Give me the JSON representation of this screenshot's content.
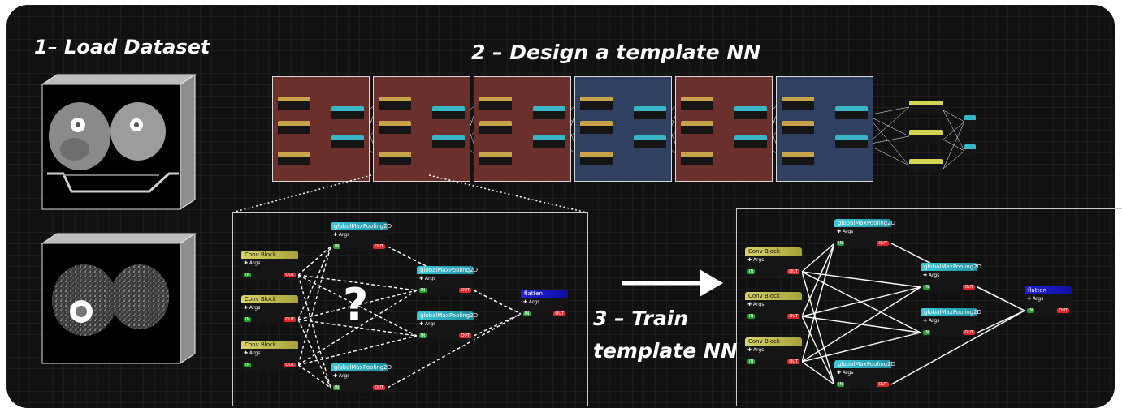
{
  "titles": {
    "step1": "1– Load Dataset",
    "step2": "2 – Design a template NN",
    "step3_line1": "3 – Train",
    "step3_line2": "template NN"
  },
  "node_labels": {
    "conv": "Conv Block",
    "pool": "globalMaxPooling2D",
    "flatten": "flatten",
    "args": "✚ Args",
    "in": "IN",
    "out": "OUT"
  },
  "question_mark": "?",
  "overview_sections": [
    "red",
    "red",
    "red",
    "blue",
    "red",
    "blue"
  ],
  "colors": {
    "background": "#111112",
    "conv": "#d4d450",
    "pool": "#38b6c6",
    "flatten": "#1515c8",
    "in_port": "#23a02f",
    "out_port": "#e8262a",
    "red_section": "#6b302c",
    "blue_section": "#2f4060"
  }
}
